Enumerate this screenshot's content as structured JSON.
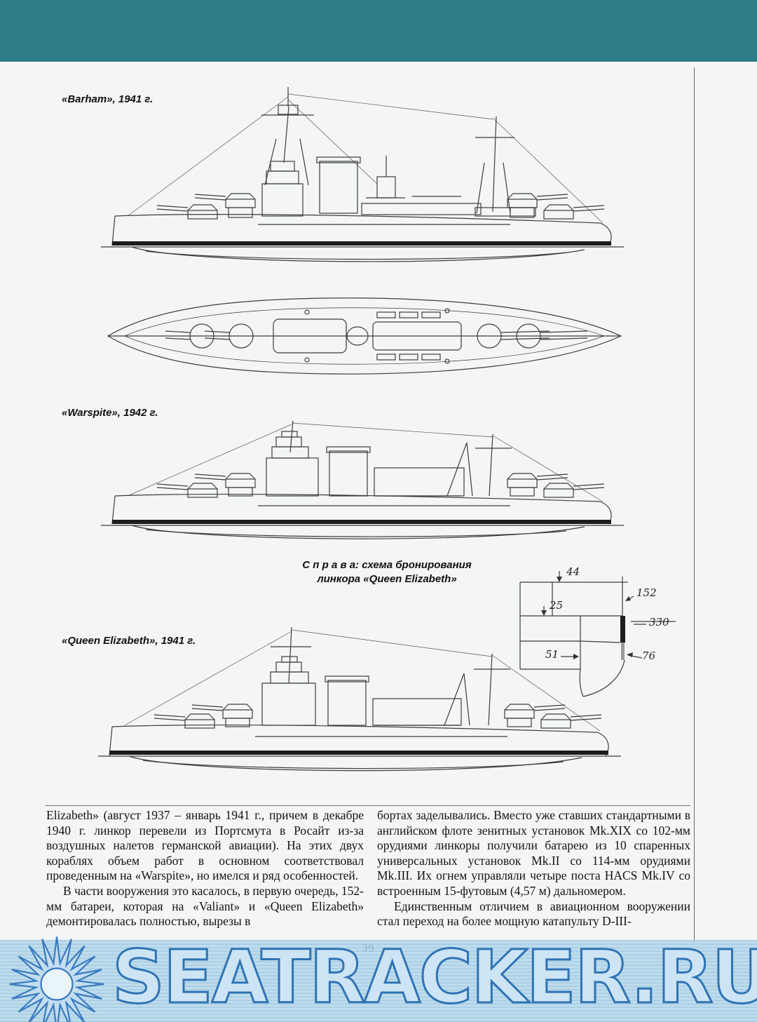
{
  "page": {
    "number": "39",
    "watermark": "SEATRACKER.RU",
    "colors": {
      "header_teal": "#2e7e8a",
      "watermark_blue": "#2f74b4",
      "band_blue": "#b6d8ea"
    }
  },
  "figures": {
    "barham": {
      "label": "«Barham», 1941 г."
    },
    "warspite": {
      "label": "«Warspite», 1942 г."
    },
    "queen_elizabeth": {
      "label": "«Queen Elizabeth», 1941 г."
    },
    "armor": {
      "caption_line1": "С п р а в а: схема бронирования",
      "caption_line2": "линкора «Queen Elizabeth»",
      "values": {
        "deck_upper": "44",
        "deck_main": "25",
        "belt_upper": "152",
        "belt_main": "330",
        "bulkhead": "51",
        "belt_lower": "76"
      }
    }
  },
  "article": {
    "left_column": [
      "Elizabeth» (август 1937 – январь 1941 г., причем в декабре 1940 г. линкор перевели из Портсмута в Росайт из-за воздушных налетов германской авиации). На этих двух кораблях объем работ в основном соответствовал проведенным на «Warspite», но имелся и ряд особенностей.",
      "В части вооружения это касалось, в первую очередь, 152-мм батареи, которая на «Valiant» и «Queen Elizabeth» демонтировалась полностью, вырезы в"
    ],
    "right_column": [
      "бортах заделывались. Вместо уже ставших стандартными в английском флоте зенитных установок Mk.XIX со 102-мм орудиями линкоры получили батарею из 10 спаренных универсальных установок Mk.II со 114-мм орудиями Mk.III. Их огнем управляли четыре поста HACS Mk.IV со встроенным 15-футовым (4,57 м) дальномером.",
      "Единственным отличием в авиационном вооружении стал переход на более мощную катапульту D-III-"
    ]
  }
}
